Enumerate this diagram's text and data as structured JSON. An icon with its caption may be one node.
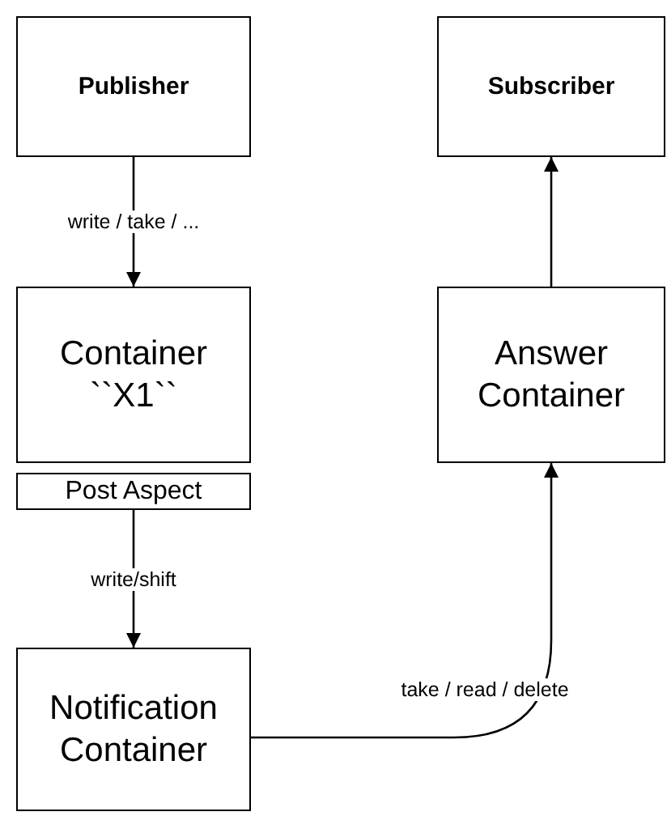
{
  "diagram": {
    "nodes": [
      {
        "text": [
          "Publisher"
        ]
      },
      {
        "text": [
          "Subscriber"
        ]
      },
      {
        "text": [
          "Container ``X1``"
        ]
      },
      {
        "text": [
          "Post Aspect"
        ]
      },
      {
        "text": [
          "Notification Container"
        ]
      },
      {
        "text": [
          "Answer Container"
        ]
      }
    ],
    "edges": [
      {
        "from": 0,
        "to": 2,
        "arrow": "to",
        "label": "write / take / ..."
      },
      {
        "from": 3,
        "to": 4,
        "arrow": "to",
        "label": "write/shift"
      },
      {
        "from": 4,
        "to": 5,
        "arrow": "to",
        "label": "take / read / delete"
      },
      {
        "from": 5,
        "to": 1,
        "arrow": "to"
      }
    ]
  }
}
